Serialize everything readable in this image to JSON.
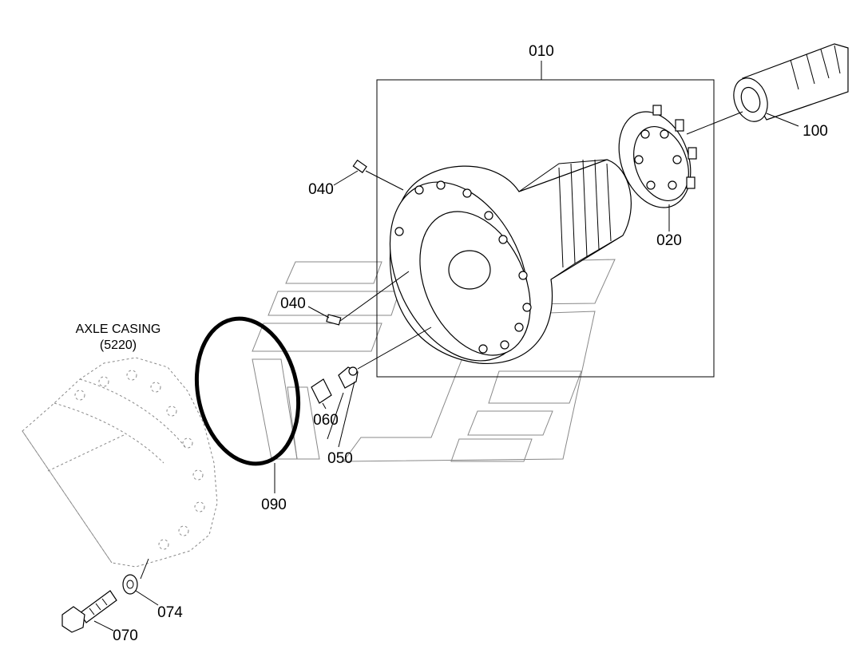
{
  "heading": {
    "title": "AXLE CASING",
    "ref": "(5220)"
  },
  "callouts": {
    "p010": "010",
    "p020": "020",
    "p040a": "040",
    "p040b": "040",
    "p050": "050",
    "p060": "060",
    "p070": "070",
    "p074": "074",
    "p090": "090",
    "p100": "100"
  }
}
